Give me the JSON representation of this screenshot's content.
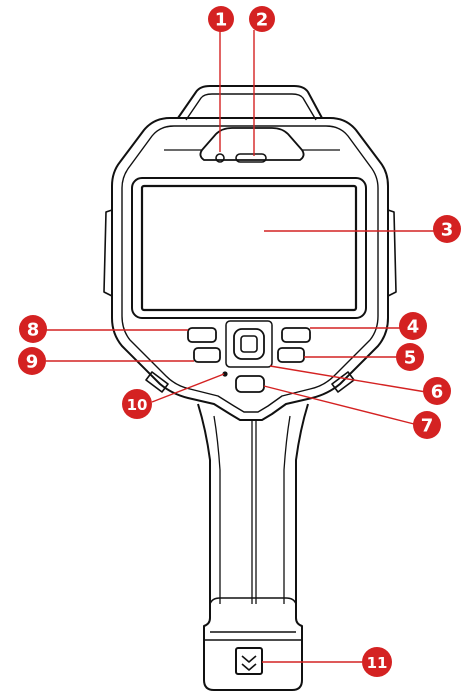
{
  "colors": {
    "outline": "#111111",
    "callout": "#d42222",
    "callout_text": "#ffffff"
  },
  "callouts": [
    {
      "number": "1"
    },
    {
      "number": "2"
    },
    {
      "number": "3"
    },
    {
      "number": "4"
    },
    {
      "number": "5"
    },
    {
      "number": "6"
    },
    {
      "number": "7"
    },
    {
      "number": "8"
    },
    {
      "number": "9"
    },
    {
      "number": "10"
    },
    {
      "number": "11"
    }
  ]
}
